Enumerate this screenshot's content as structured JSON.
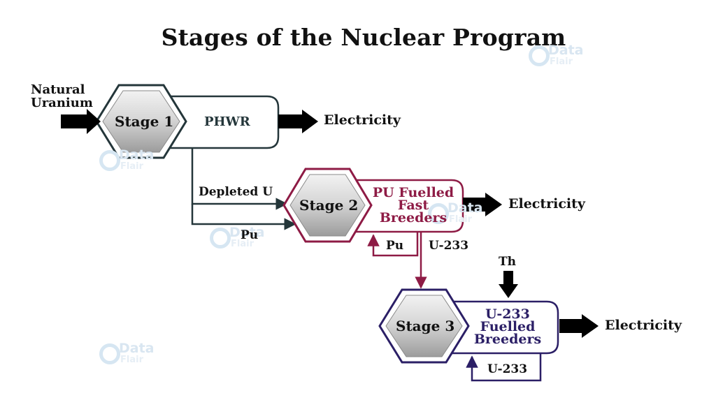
{
  "title": "Stages of the Nuclear Program",
  "input_label_line1": "Natural",
  "input_label_line2": "Uranium",
  "stage1": {
    "label": "Stage 1",
    "reactor": "PHWR",
    "output": "Electricity"
  },
  "branch": {
    "depleted": "Depleted U",
    "pu": "Pu"
  },
  "stage2": {
    "label": "Stage 2",
    "reactor_lines": [
      "PU Fuelled",
      "Fast",
      "Breeders"
    ],
    "output": "Electricity",
    "feedback": "Pu",
    "to_stage3": "U-233"
  },
  "stage3": {
    "label": "Stage 3",
    "reactor_lines": [
      "U-233",
      "Fuelled",
      "Breeders"
    ],
    "output": "Electricity",
    "feedback": "U-233",
    "input": "Th"
  },
  "watermark": {
    "line1": "Data",
    "line2": "Flair"
  },
  "colors": {
    "stage1": "#24363a",
    "stage2": "#8e1b45",
    "stage3": "#2b1f66",
    "arrow": "#000000"
  }
}
